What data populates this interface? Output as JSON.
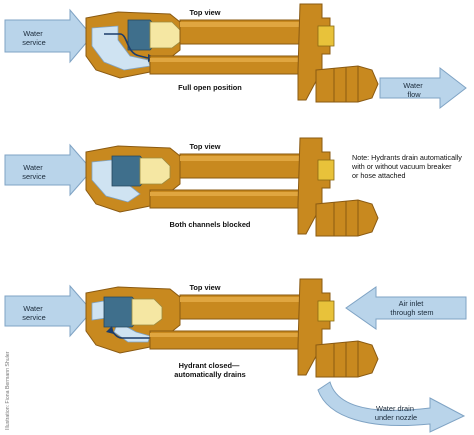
{
  "colors": {
    "pipe": "#c8891f",
    "pipe_dark": "#8a5a12",
    "pipe_light": "#e0a640",
    "water_arrow": "#b9d4ea",
    "water_arrow_stroke": "#7fa3c4",
    "valve_blue": "#3f6f8c",
    "valve_cream": "#f5e7a3",
    "nut_yellow": "#e8c23a",
    "flow_arrow": "#1c3d6b"
  },
  "panels": [
    {
      "top_view": "Top view",
      "water_service": [
        "Water",
        "service"
      ],
      "caption": [
        "Full open position"
      ],
      "right_arrow": [
        "Water",
        "flow"
      ]
    },
    {
      "top_view": "Top view",
      "water_service": [
        "Water",
        "service"
      ],
      "caption": [
        "Both channels blocked"
      ],
      "note": [
        "Note: Hydrants drain automatically",
        "with or without vacuum breaker",
        "or hose attached"
      ]
    },
    {
      "top_view": "Top view",
      "water_service": [
        "Water",
        "service"
      ],
      "caption": [
        "Hydrant closed—",
        "automatically drains"
      ],
      "air_inlet": [
        "Air inlet",
        "through stem"
      ],
      "water_drain": [
        "Water drain",
        "under nozzle"
      ]
    }
  ],
  "credit": "Illustration: Fiona Bermann Shuler"
}
